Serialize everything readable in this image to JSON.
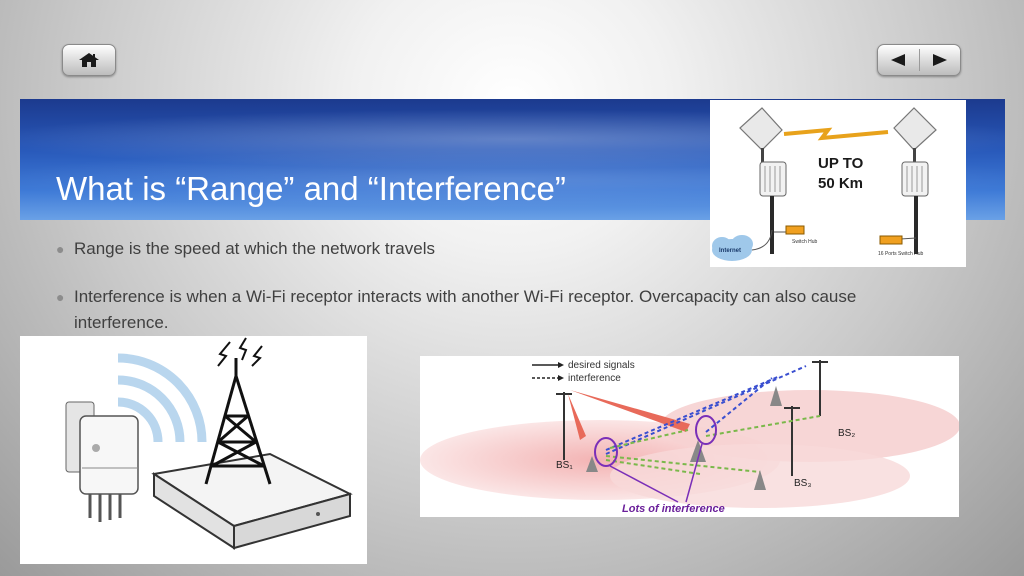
{
  "nav": {
    "home_icon": "home-icon",
    "prev_icon": "triangle-left-icon",
    "next_icon": "triangle-right-icon"
  },
  "title": "What is “Range” and “Interference”",
  "bullets": [
    "Range is the speed at which the network travels",
    "Interference is when a Wi-Fi receptor interacts with another Wi-Fi receptor. Overcapacity can also cause interference."
  ],
  "figure_range": {
    "callout": [
      "UP TO",
      "50 Km"
    ],
    "labels": [
      "Internet",
      "Switch Hub",
      "16 Ports Switch Hub"
    ]
  },
  "figure_interference": {
    "legend": [
      "desired signals",
      "interference"
    ],
    "stations": [
      "BS₁",
      "BS₂",
      "BS₃"
    ],
    "caption": "Lots of interference"
  },
  "colors": {
    "title_band": "#2757b8",
    "interference_caption": "#6a1f9a",
    "desired_arrow": "#e86a5a"
  }
}
